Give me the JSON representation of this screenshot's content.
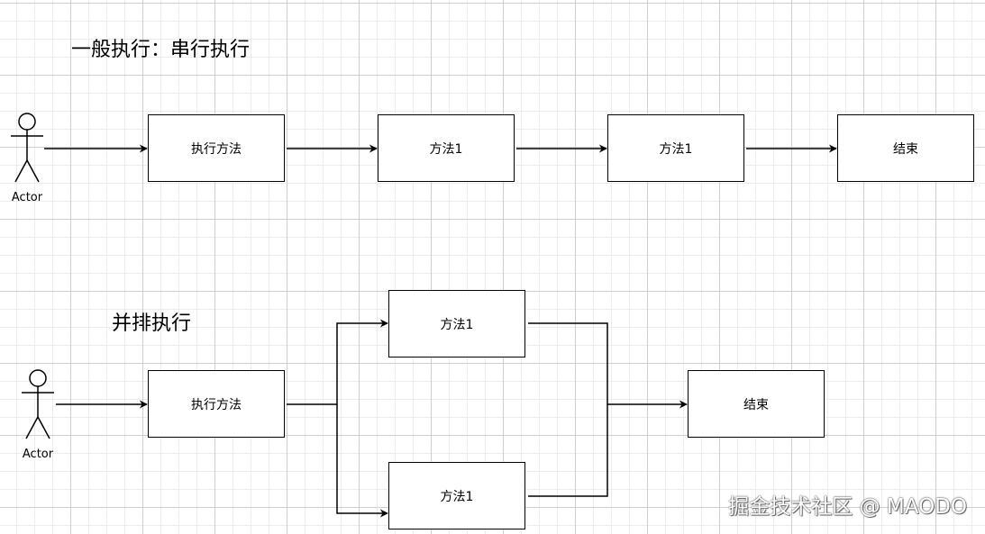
{
  "section_serial": {
    "title": "一般执行：串行执行",
    "actor_label": "Actor",
    "nodes": [
      "执行方法",
      "方法1",
      "方法1",
      "结束"
    ]
  },
  "section_parallel": {
    "title": "并排执行",
    "actor_label": "Actor",
    "start_node": "执行方法",
    "branch_top": "方法1",
    "branch_bottom": "方法1",
    "end_node": "结束"
  },
  "watermark": "掘金技术社区 @ MAODO"
}
